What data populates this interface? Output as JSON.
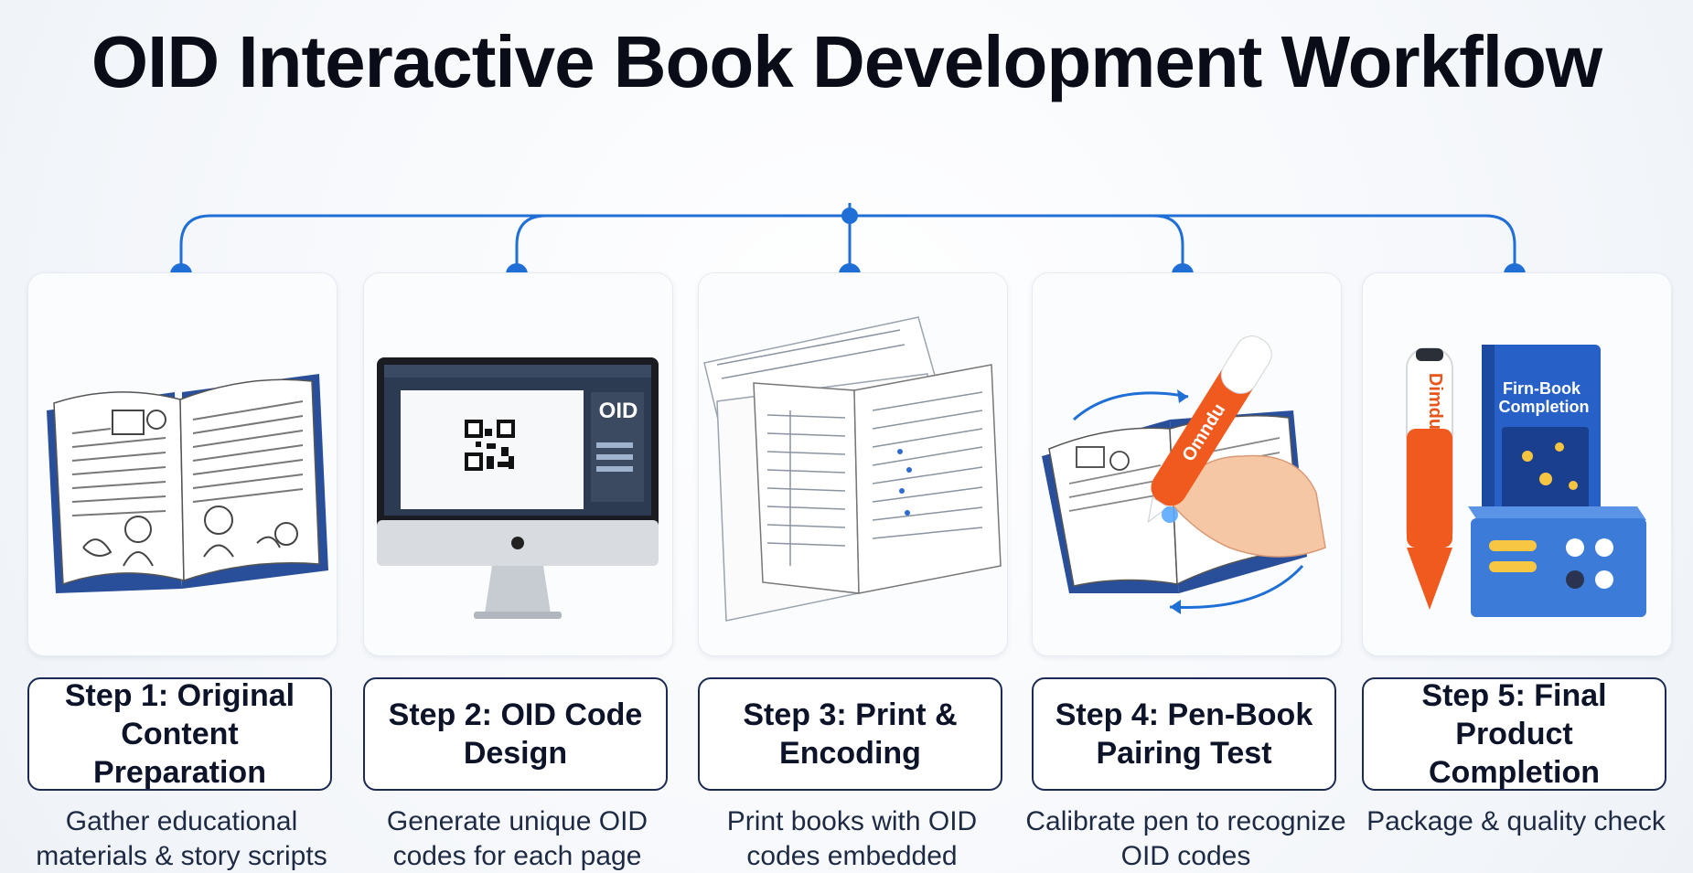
{
  "title": "OID Interactive Book Development Workflow",
  "colors": {
    "accent": "#1f6fd6",
    "label_border": "#1b2a52",
    "pen_orange": "#f05a1e",
    "box_blue": "#3d7bd8"
  },
  "steps": [
    {
      "label": "Step 1: Original Content Preparation",
      "description": "Gather educational materials & story scripts",
      "illustration": "open-book-sketch"
    },
    {
      "label": "Step 2: OID Code Design",
      "description": "Generate unique OID codes for each page",
      "illustration": "monitor-with-code",
      "screen_text": "OID"
    },
    {
      "label": "Step 3: Print & Encoding",
      "description": "Print books with OID codes embedded",
      "illustration": "printed-sheets"
    },
    {
      "label": "Step 4: Pen-Book Pairing Test",
      "description": "Calibrate pen to recognize OID codes",
      "illustration": "pen-touching-book",
      "pen_text": "Omndu"
    },
    {
      "label": "Step 5: Final Product Completion",
      "description": "Package & quality check",
      "illustration": "pen-and-book-package",
      "book_cover_text": "Firn-Book Completion",
      "pen_text": "Dimdu"
    }
  ]
}
